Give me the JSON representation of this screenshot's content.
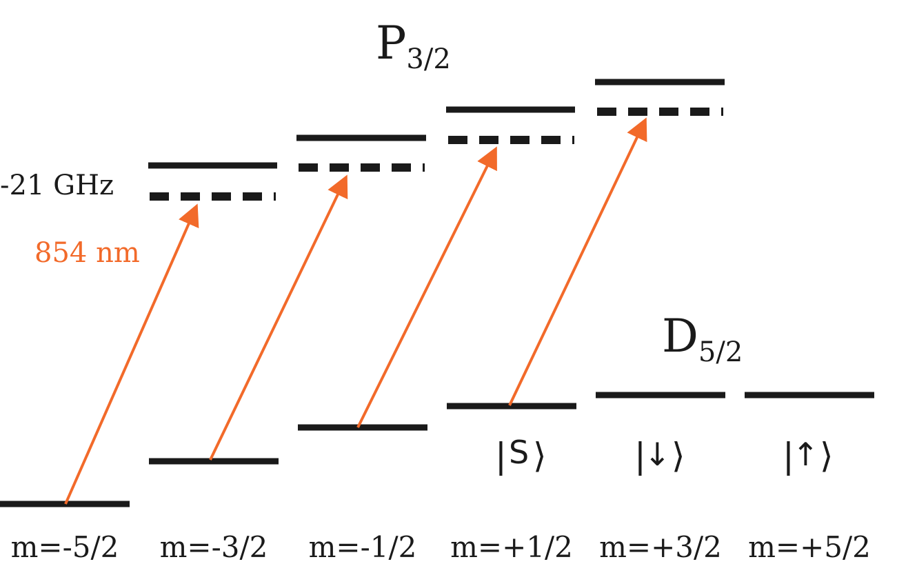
{
  "diagram": {
    "p_manifold": {
      "main": "P",
      "sub": "3/2"
    },
    "d_manifold": {
      "main": "D",
      "sub": "5/2"
    },
    "detuning_label": "-21 GHz",
    "laser_label": "854 nm",
    "m_labels": [
      "m=-5/2",
      "m=-3/2",
      "m=-1/2",
      "m=+1/2",
      "m=+3/2",
      "m=+5/2"
    ],
    "kets": [
      {
        "bar": "|",
        "symbol": "S",
        "bracket": "⟩"
      },
      {
        "bar": "|",
        "symbol": "↓",
        "bracket": "⟩"
      },
      {
        "bar": "|",
        "symbol": "↑",
        "bracket": "⟩"
      }
    ],
    "colors": {
      "level": "#1a1a1a",
      "laser": "#f26a2a"
    }
  }
}
